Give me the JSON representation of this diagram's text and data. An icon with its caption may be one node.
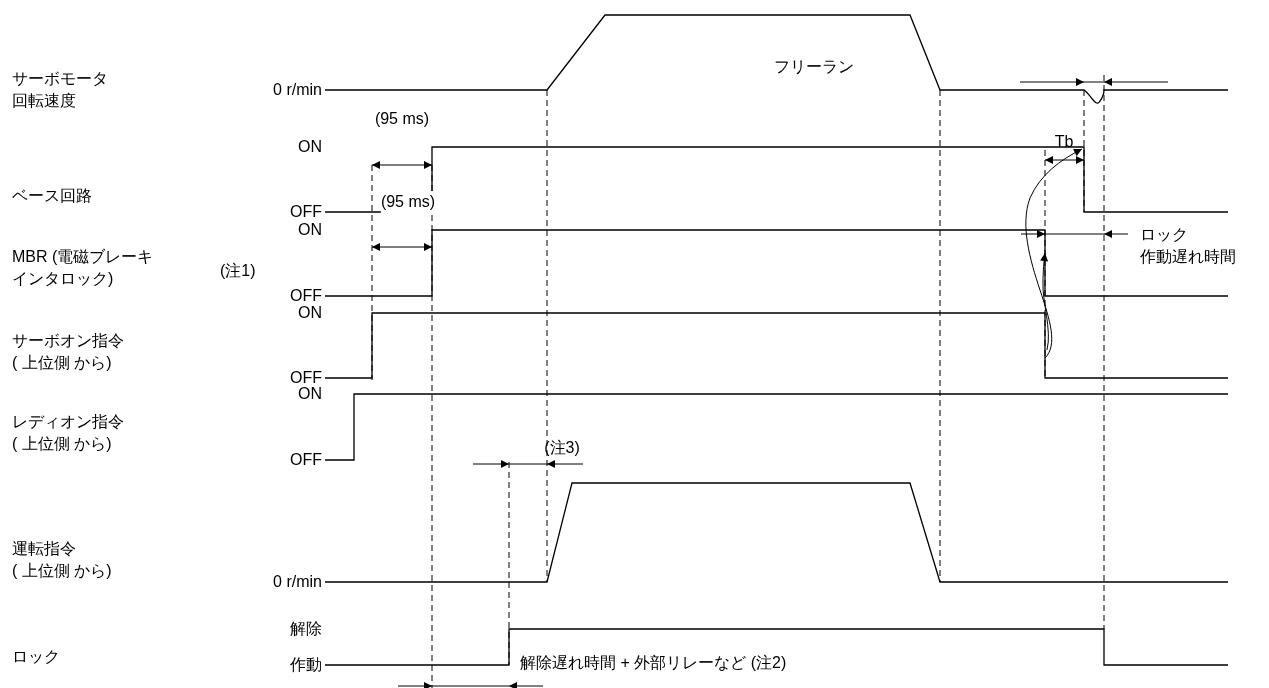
{
  "diagram": {
    "labels": [
      "サーボモータ回転速度",
      "0 r/min",
      "フリーラン",
      "(95 ms)",
      "Tb",
      "ON",
      "ベース回路",
      "OFF",
      "(95 ms)",
      "MBR (電磁ブレーキインタロック)",
      "(注1)",
      "ON",
      "ロック作動遅れ時間",
      "OFF",
      "ON",
      "サーボオン指令( 上位側 から)",
      "OFF",
      "ON",
      "レディオン指令( 上位側 から)",
      "OFF",
      "(注3)",
      "運転指令( 上位側 から)",
      "0 r/min",
      "解除",
      "ロック",
      "作動",
      "解除遅れ時間 + 外部リレーなど (注2)"
    ]
  }
}
